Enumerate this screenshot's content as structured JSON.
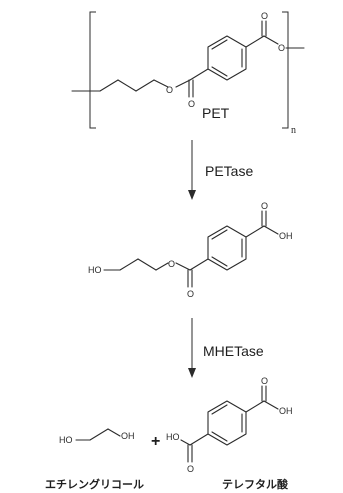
{
  "pet": {
    "name": "PET",
    "repeat_subscript": "n",
    "atoms": {
      "o_ester_left": "O",
      "o_carbonyl_left": "O",
      "o_carbonyl_right": "O",
      "o_ester_right": "O"
    }
  },
  "step1": {
    "enzyme": "PETase"
  },
  "mhet": {
    "atoms": {
      "ho": "HO",
      "o_ester": "O",
      "o_carbonyl": "O",
      "o_acid": "O",
      "oh": "OH"
    }
  },
  "step2": {
    "enzyme": "MHETase"
  },
  "products": {
    "plus": "+",
    "ethylene_glycol": {
      "ho": "HO",
      "oh": "OH",
      "name": "エチレングリコール"
    },
    "terephthalic_acid": {
      "ho": "HO",
      "o_left": "O",
      "o_right": "O",
      "oh": "OH",
      "name": "テレフタル酸"
    }
  }
}
